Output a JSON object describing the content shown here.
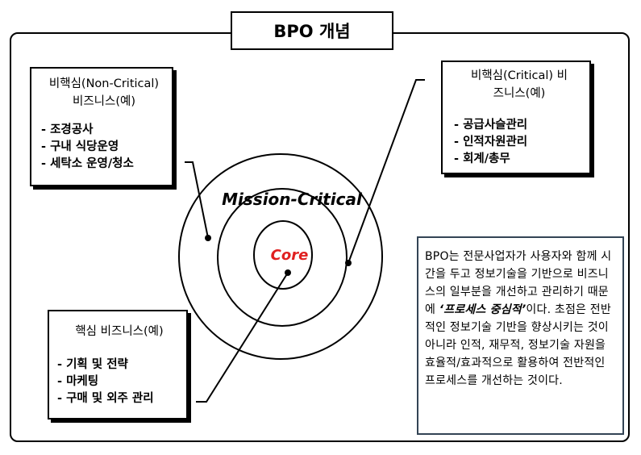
{
  "title": "BPO 개념",
  "rings": {
    "outer_label": "Mission-Critical",
    "core_label": "Core",
    "core_color": "#e02020"
  },
  "boxes": {
    "non_critical": {
      "header_line1": "비핵심(Non-Critical)",
      "header_line2": "비즈니스(예)",
      "items": [
        "조경공사",
        "구내 식당운영",
        "세탁소 운영/청소"
      ]
    },
    "critical": {
      "header_line1": "비핵심(Critical) 비",
      "header_line2": "즈니스(예)",
      "items": [
        "공급사슬관리",
        "인적자원관리",
        "회계/총무"
      ]
    },
    "core": {
      "header_line1": "핵심 비즈니스(예)",
      "items": [
        "기획 및 전략",
        "마케팅",
        "구매 및 외주 관리"
      ]
    }
  },
  "description": {
    "part1": "BPO는 전문사업자가 사용자와 함께 시간을 두고 정보기술을 기반으로 비즈니스의 일부분을 개선하고 관리하기 때문에 ",
    "emphasis": "‘프로세스 중심적’",
    "part2": "이다. 초점은 전반적인 정보기술 기반을 향상시키는 것이 아니라 인적, 재무적, 정보기술 자원을 효율적/효과적으로 활용하여 전반적인 프로세스를 개선하는 것이다."
  }
}
